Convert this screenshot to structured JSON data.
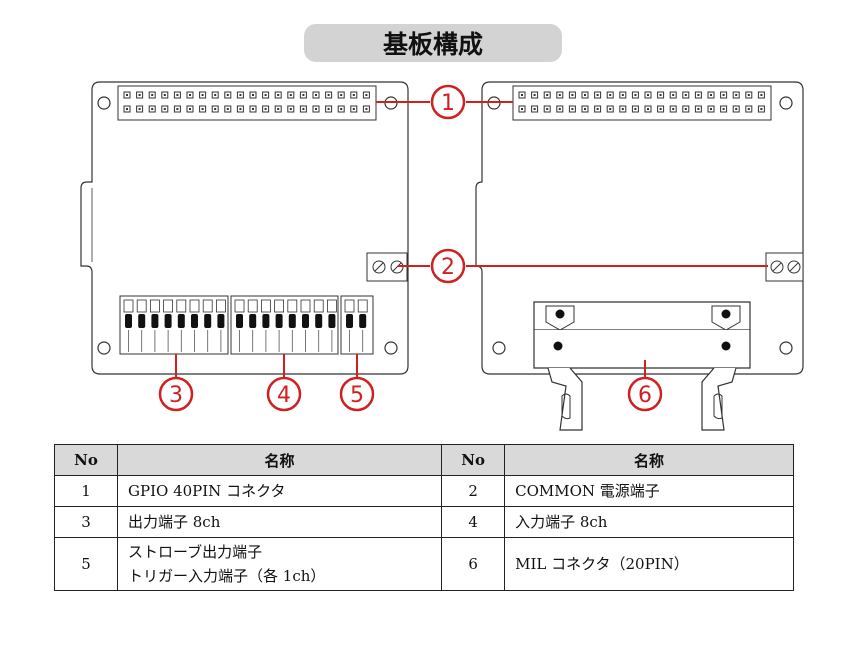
{
  "title": "基板構成",
  "callouts": [
    "1",
    "2",
    "3",
    "4",
    "5",
    "6"
  ],
  "colors": {
    "accent": "#d02020",
    "header_bg": "#d9d9d9",
    "title_bg": "#d3d3d3"
  },
  "table": {
    "headers": [
      "No",
      "名称",
      "No",
      "名称"
    ],
    "rows": [
      {
        "no1": "1",
        "name1": [
          "GPIO 40PIN コネクタ"
        ],
        "no2": "2",
        "name2": [
          "COMMON 電源端子"
        ]
      },
      {
        "no1": "3",
        "name1": [
          "出力端子 8ch"
        ],
        "no2": "4",
        "name2": [
          "入力端子 8ch"
        ]
      },
      {
        "no1": "5",
        "name1": [
          "ストローブ出力端子",
          "トリガー入力端子（各 1ch）"
        ],
        "no2": "6",
        "name2": [
          "MIL コネクタ（20PIN）"
        ]
      }
    ]
  }
}
